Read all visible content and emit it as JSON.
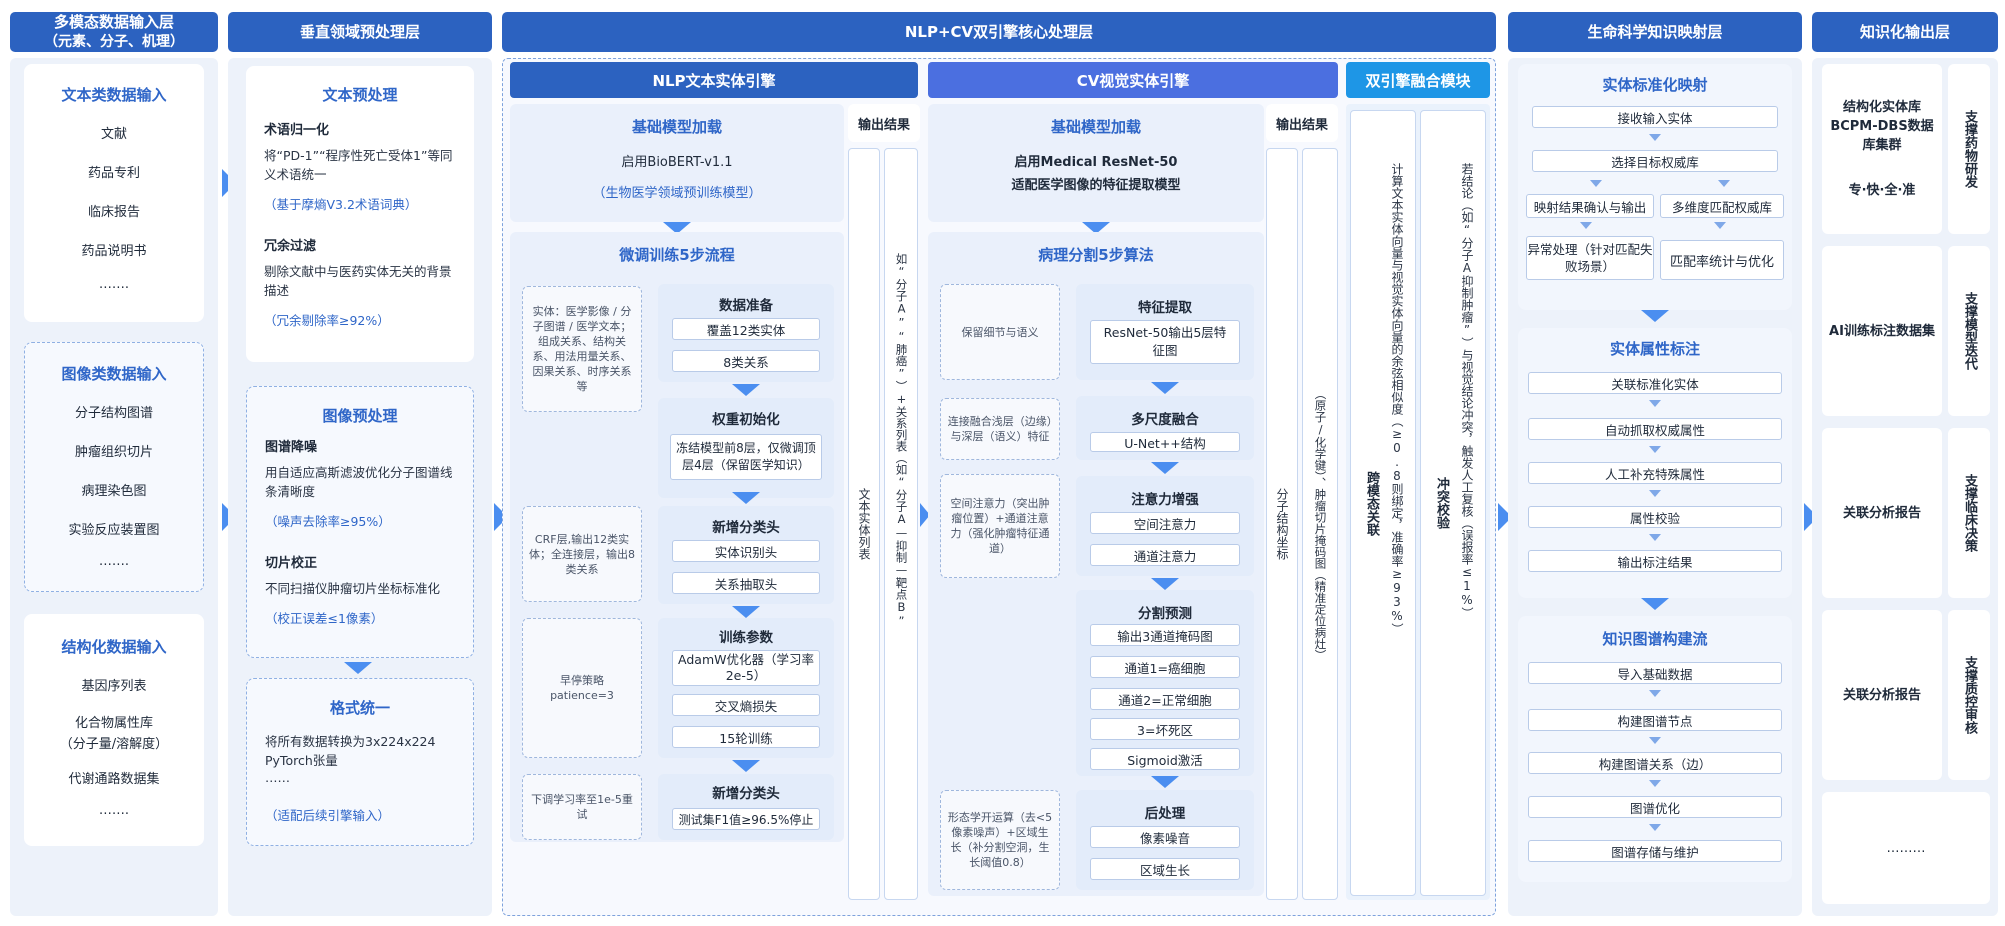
{
  "col1": {
    "header": [
      "多模态数据输入层",
      "（元素、分子、机理）"
    ],
    "text_title": "文本类数据输入",
    "text_items": [
      "文献",
      "药品专利",
      "临床报告",
      "药品说明书",
      "……."
    ],
    "image_title": "图像类数据输入",
    "image_items": [
      "分子结构图谱",
      "肿瘤组织切片",
      "病理染色图",
      "实验反应装置图",
      "……."
    ],
    "struct_title": "结构化数据输入",
    "struct_items": [
      "基因序列表",
      "化合物属性库",
      "（分子量/溶解度）",
      "代谢通路数据集",
      "……."
    ]
  },
  "col2": {
    "header": "垂直领域预处理层",
    "text_pre": {
      "title": "文本预处理",
      "h1": "术语归一化",
      "b1": "将“PD-1”“程序性死亡受体1”等同义术语统一",
      "n1": "（基于摩熵V3.2术语词典）",
      "h2": "冗余过滤",
      "b2": "剔除文献中与医药实体无关的背景描述",
      "n2": "（冗余剔除率≥92%）"
    },
    "img_pre": {
      "title": "图像预处理",
      "h1": "图谱降噪",
      "b1": "用自适应高斯滤波优化分子图谱线条清晰度",
      "n1": "（噪声去除率≥95%）",
      "h2": "切片校正",
      "b2": "不同扫描仪肿瘤切片坐标标准化",
      "n2": "（校正误差≤1像素）"
    },
    "fmt": {
      "title": "格式统一",
      "b1": "将所有数据转换为3x224x224 PyTorch张量",
      "b2": "……",
      "n1": "（适配后续引擎输入）"
    }
  },
  "core": {
    "header": "NLP+CV双引擎核心处理层",
    "nlp": {
      "header": "NLP文本实体引擎",
      "load_title": "基础模型加载",
      "load_b1": "启用BioBERT-v1.1",
      "load_n1": "（生物医学领域预训练模型）",
      "out_title": "输出结果",
      "ft_title": "微调训练5步流程",
      "notes": [
        "实体：医学影像 / 分子图谱 / 医学文本；组成关系、结构关系、用法用量关系、因果关系、时序关系等",
        "CRF层,输出12类实体；全连接层，输出8类关系",
        "早停策略patience=3",
        "下调学习率至1e-5重试"
      ],
      "steps": [
        {
          "title": "数据准备",
          "pills": [
            "覆盖12类实体",
            "8类关系"
          ]
        },
        {
          "title": "权重初始化",
          "pills": [
            "冻结模型前8层，仅微调顶层4层（保留医学知识）"
          ]
        },
        {
          "title": "新增分类头",
          "pills": [
            "实体识别头",
            "关系抽取头"
          ]
        },
        {
          "title": "训练参数",
          "pills": [
            "AdamW优化器（学习率2e-5）",
            "交叉熵损失",
            "15轮训练"
          ]
        },
        {
          "title": "新增分类头",
          "pills": [
            "测试集F1值≥96.5%停止"
          ]
        }
      ],
      "out1": "文本实体列表",
      "out2": "如“分子A”“肺癌”）+关系列表（如“分子A—抑制—靶点B”"
    },
    "cv": {
      "header": "CV视觉实体引擎",
      "load_title": "基础模型加载",
      "load_b1": "启用Medical ResNet-50",
      "load_b2": "适配医学图像的特征提取模型",
      "out_title": "输出结果",
      "alg_title": "病理分割5步算法",
      "notes": [
        "保留细节与语义",
        "连接融合浅层（边缘）与深层（语义）特征",
        "空间注意力（突出肿瘤位置）+通道注意力（强化肿瘤特征通道）",
        "形态学开运算（去<5像素噪声）+区域生长（补分割空洞，生长阈值0.8）"
      ],
      "steps": [
        {
          "title": "特征提取",
          "pills": [
            "ResNet-50输出5层特征图"
          ]
        },
        {
          "title": "多尺度融合",
          "pills": [
            "U-Net++结构"
          ]
        },
        {
          "title": "注意力增强",
          "pills": [
            "空间注意力",
            "通道注意力"
          ]
        },
        {
          "title": "分割预测",
          "pills": [
            "输出3通道掩码图",
            "通道1=癌细胞",
            "通道2=正常细胞",
            "3=坏死区",
            "Sigmoid激活"
          ]
        },
        {
          "title": "后处理",
          "pills": [
            "像素噪音",
            "区域生长"
          ]
        }
      ],
      "out1": "分子结构坐标",
      "out2": "（原子/化学键）、肿瘤切片掩码图（精准定位病灶）"
    },
    "fusion": {
      "header": "双引擎融合模块",
      "c1_title": "跨模态关联",
      "c1_body": "计算文本实体向量与视觉实体向量的余弦相似度（≥0.8则绑定，准确率≥93%）",
      "c2_title": "冲突校验",
      "c2_body": "若结论（如“分子A抑制肿瘤”）与视觉结论冲突，触发人工复核（误报率≤1%）"
    }
  },
  "col4": {
    "header": "生命科学知识映射层",
    "std": {
      "title": "实体标准化映射",
      "items": [
        "接收输入实体",
        "选择目标权威库",
        "映射结果确认与输出",
        "多维度匹配权威库",
        "异常处理（针对匹配失败场景）",
        "匹配率统计与优化"
      ]
    },
    "attr": {
      "title": "实体属性标注",
      "items": [
        "关联标准化实体",
        "自动抓取权威属性",
        "人工补充特殊属性",
        "属性校验",
        "输出标注结果"
      ]
    },
    "kg": {
      "title": "知识图谱构建流",
      "items": [
        "导入基础数据",
        "构建图谱节点",
        "构建图谱关系（边）",
        "图谱优化",
        "图谱存储与维护"
      ]
    }
  },
  "col5": {
    "header": "知识化输出层",
    "rows": [
      {
        "main": "结构化实体库BCPM-DBS数据库集群",
        "sub": "专·快·全·准",
        "side": "支撑药物研发"
      },
      {
        "main": "AI训练标注数据集",
        "side": "支撑模型迭代"
      },
      {
        "main": "关联分析报告",
        "side": "支撑临床决策"
      },
      {
        "main": "关联分析报告",
        "side": "支撑质控审核"
      },
      {
        "main": "………"
      }
    ]
  }
}
